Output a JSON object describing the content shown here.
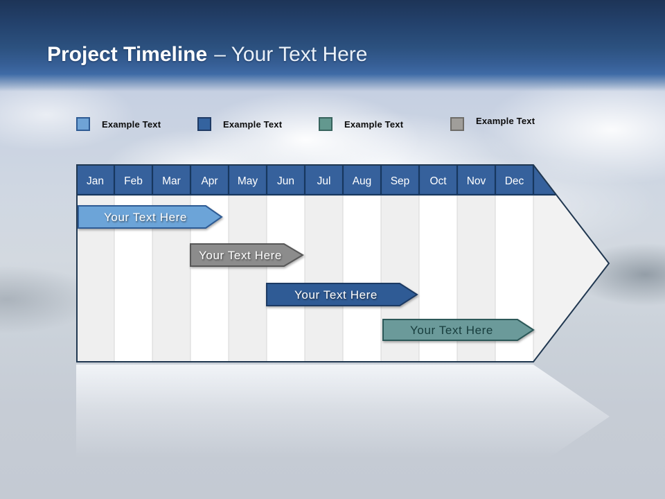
{
  "header": {
    "title_bold": "Project Timeline",
    "title_rest": "– Your Text Here",
    "band_color_top": "#1D3457",
    "band_color_bottom": "#3F6BA6"
  },
  "legend": {
    "items": [
      {
        "label": "Example Text",
        "color": "#6FA3D6",
        "border": "#2E5B94"
      },
      {
        "label": "Example Text",
        "color": "#34639F",
        "border": "#1F3A64"
      },
      {
        "label": "Example Text",
        "color": "#63988F",
        "border": "#37635D"
      },
      {
        "label": "Example Text",
        "color": "#A09E9A",
        "border": "#6E6C68"
      }
    ]
  },
  "timeline": {
    "months": [
      "Jan",
      "Feb",
      "Mar",
      "Apr",
      "May",
      "Jun",
      "Jul",
      "Aug",
      "Sep",
      "Oct",
      "Nov",
      "Dec"
    ],
    "header_fill": "#36619C",
    "header_border": "#17375E",
    "outline_color": "#203750",
    "arrowhead_fill": "#F2F2F2",
    "stripe_light": "#EFEFEF",
    "stripe_white": "#FFFFFF",
    "bars": [
      {
        "label": "Your Text Here",
        "start_month": "Jan",
        "end_month": "Apr",
        "fill": "#6CA4D8",
        "border": "#2E5B94",
        "text_color": "#FFFFFF"
      },
      {
        "label": "Your Text Here",
        "start_month": "Apr",
        "end_month": "Jun",
        "fill": "#8C8C8C",
        "border": "#575757",
        "text_color": "#FFFFFF"
      },
      {
        "label": "Your Text Here",
        "start_month": "Jun",
        "end_month": "Sep",
        "fill": "#2F5B95",
        "border": "#1C3A63",
        "text_color": "#FFFFFF"
      },
      {
        "label": "Your Text Here",
        "start_month": "Sep",
        "end_month": "Dec",
        "fill": "#6B9A9A",
        "border": "#2B5858",
        "text_color": "#173C3C"
      }
    ]
  }
}
